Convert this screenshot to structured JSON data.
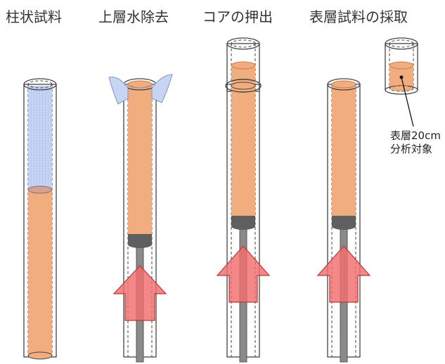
{
  "titles": {
    "step1": "柱状試料",
    "step2": "上層水除去",
    "step3": "コアの押出",
    "step4": "表層試料の採取"
  },
  "annotation": {
    "line1": "表層20cm",
    "line2": "分析対象"
  },
  "colors": {
    "sediment": "#f2ad7e",
    "sediment_edge": "#e8925a",
    "water": "#c7d5f2",
    "water_grid": "#9fb4e8",
    "piston_rod": "#8a8a8a",
    "piston_head": "#5f5f5f",
    "arrow_fill": "#f26d6d",
    "arrow_edge": "#b63a3a",
    "tube_line": "#444444"
  },
  "icons": {
    "water_removal": "splash-icon",
    "push_direction": "up-arrow-icon"
  }
}
